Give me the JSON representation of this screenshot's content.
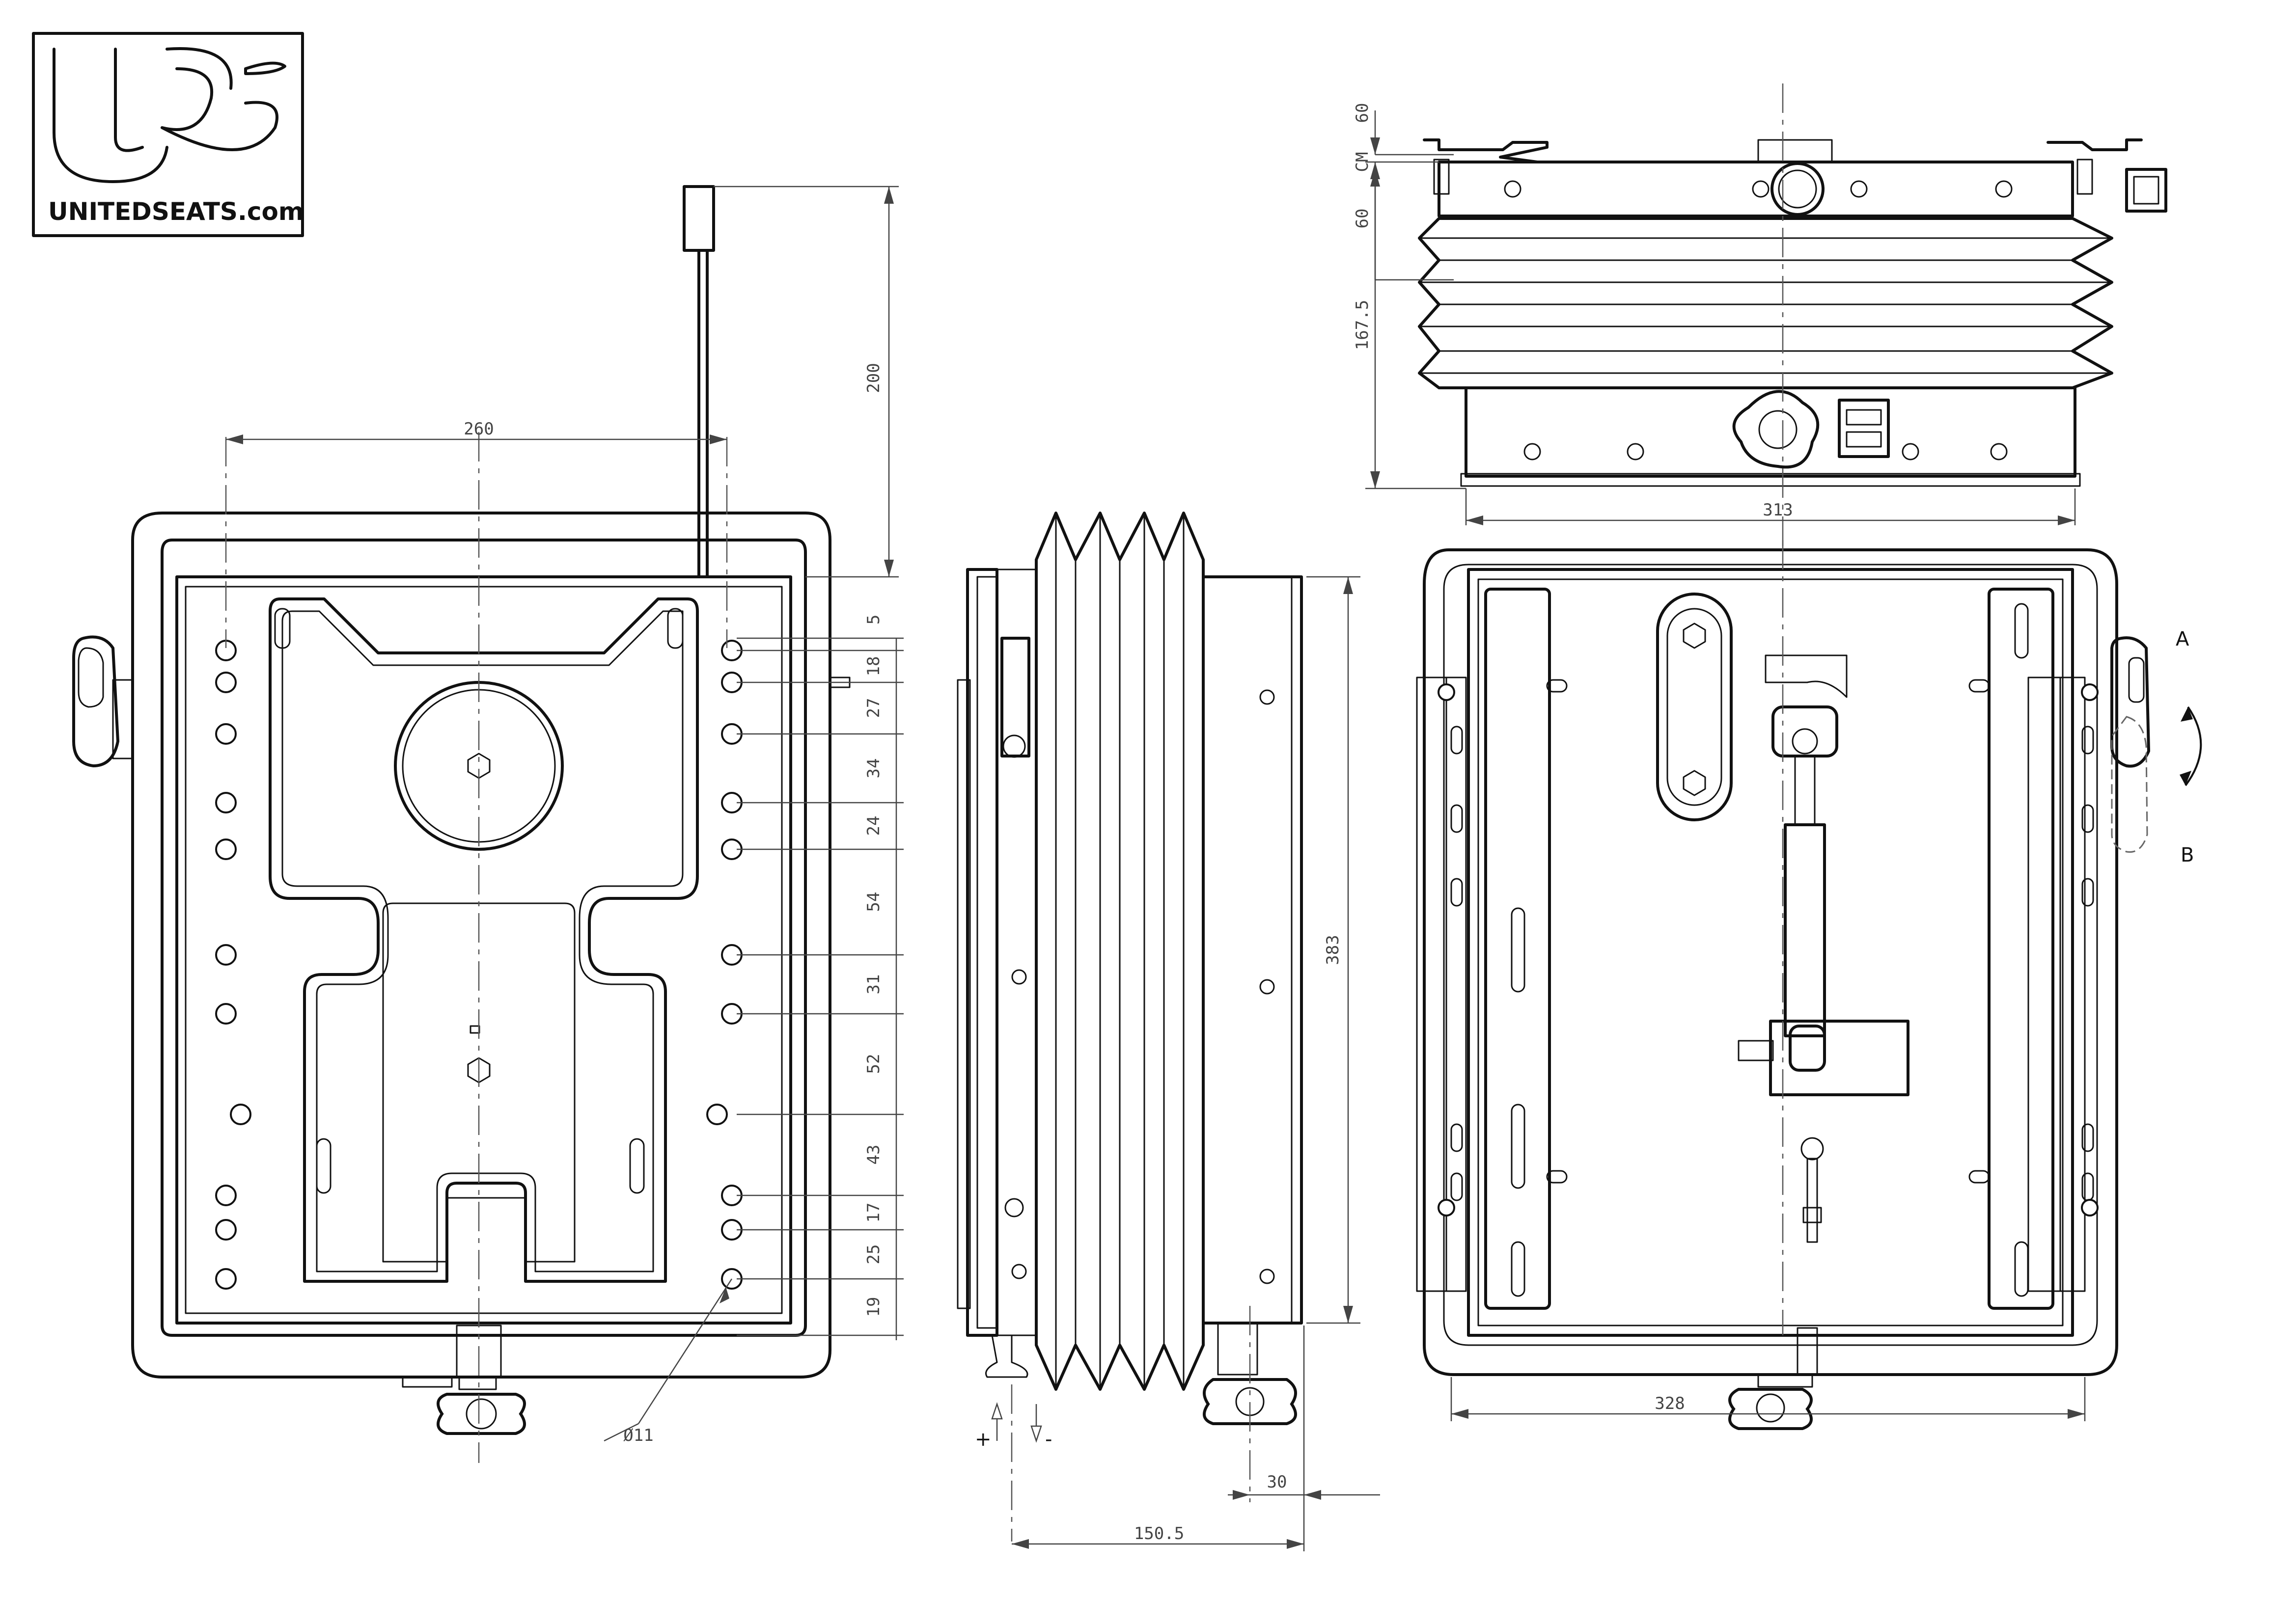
{
  "logo": {
    "text": "UNITEDSEATS.com"
  },
  "dimensions": {
    "top_view": {
      "width": "260",
      "rod_length": "200",
      "steps": [
        "5",
        "18",
        "27",
        "34",
        "24",
        "54",
        "31",
        "52",
        "43",
        "17",
        "25",
        "19"
      ],
      "hole_diameter": "Ø11"
    },
    "side_view": {
      "height": "383",
      "depth": "150.5",
      "knob_offset": "30",
      "adjust_plus": "+",
      "adjust_minus": "-"
    },
    "front_view": {
      "top_60a": "60",
      "stroke_label": "CM",
      "top_60b": "60",
      "height": "167.5",
      "width": "313"
    },
    "bottom_view": {
      "width": "328",
      "label_a": "A",
      "label_b": "B"
    }
  }
}
